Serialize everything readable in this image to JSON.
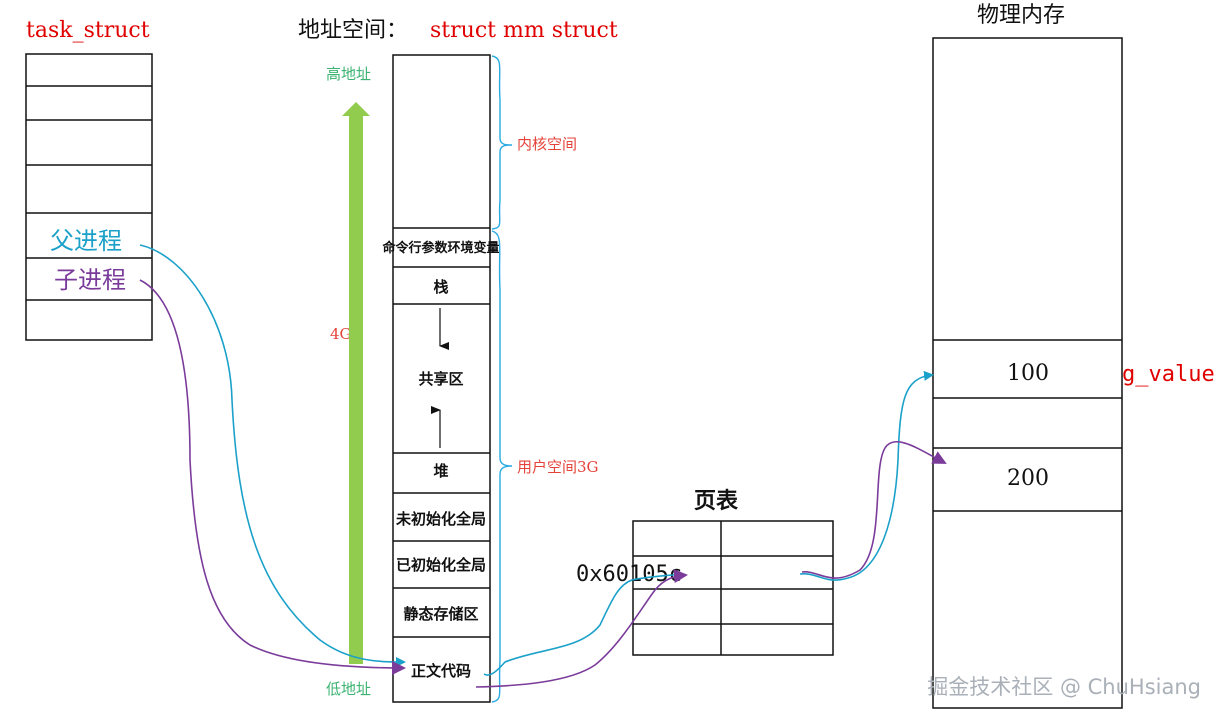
{
  "task_struct": {
    "title": "task_struct",
    "parent_label": "父进程",
    "child_label": "子进程"
  },
  "address_space": {
    "title_prefix": "地址空间：",
    "title_struct": "struct mm  struct",
    "high_addr": "高地址",
    "low_addr": "低地址",
    "size_label": "4G",
    "kernel_space": "内核空间",
    "user_space": "用户空间3G",
    "segments": {
      "cmdline_env": "命令行参数环境变量",
      "stack": "栈",
      "shared": "共享区",
      "heap": "堆",
      "uninit": "未初始化全局",
      "init": "已初始化全局",
      "static": "静态存储区",
      "code": "正文代码"
    }
  },
  "page_table": {
    "title": "页表",
    "address": "0x60105c"
  },
  "physical_memory": {
    "title": "物理内存",
    "value_parent": "100",
    "value_child": "200",
    "var_name": "g_value"
  },
  "watermark": "掘金技术社区 @ ChuHsiang",
  "colors": {
    "title_red": "#e00000",
    "parent_arrow": "#1ba1c9",
    "child_arrow": "#7a3b9a",
    "green_arrow": "#92cc4f",
    "brace_blue": "#29abe2"
  }
}
